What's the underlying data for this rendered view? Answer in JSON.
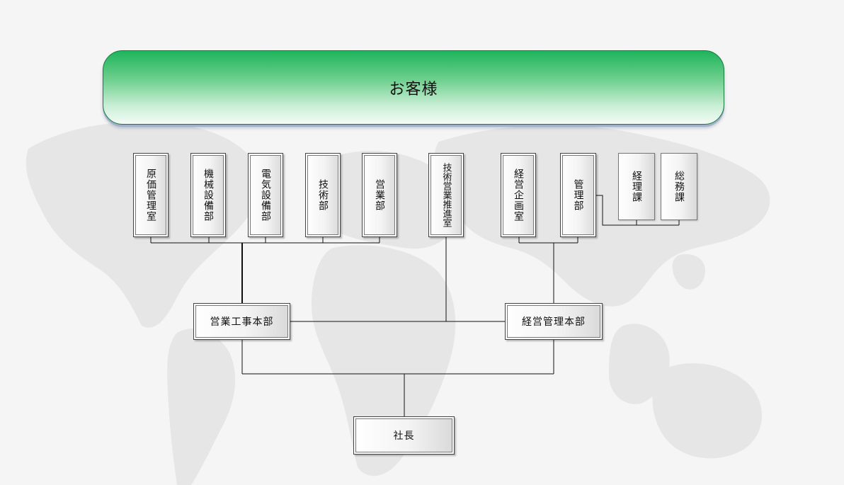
{
  "banner": {
    "label": "お客様",
    "color_top": "#1fb45c",
    "color_bottom": "#f3fbf6"
  },
  "departments": [
    {
      "id": "genka",
      "label": "原価管理室"
    },
    {
      "id": "kikai",
      "label": "機械設備部"
    },
    {
      "id": "denki",
      "label": "電気設備部"
    },
    {
      "id": "gijutsu",
      "label": "技術部"
    },
    {
      "id": "eigyo",
      "label": "営業部"
    },
    {
      "id": "gijutsu-eigyo",
      "label": "技術営業推進室"
    },
    {
      "id": "keiei-kikaku",
      "label": "経営企画室"
    },
    {
      "id": "kanri",
      "label": "管理部"
    },
    {
      "id": "keiri",
      "label": "経理課"
    },
    {
      "id": "somu",
      "label": "総務課"
    }
  ],
  "divisions": {
    "sales_engineering": "営業工事本部",
    "management": "経営管理本部"
  },
  "president": "社長",
  "line_color": "#111111",
  "background_color": "#f5f5f5"
}
